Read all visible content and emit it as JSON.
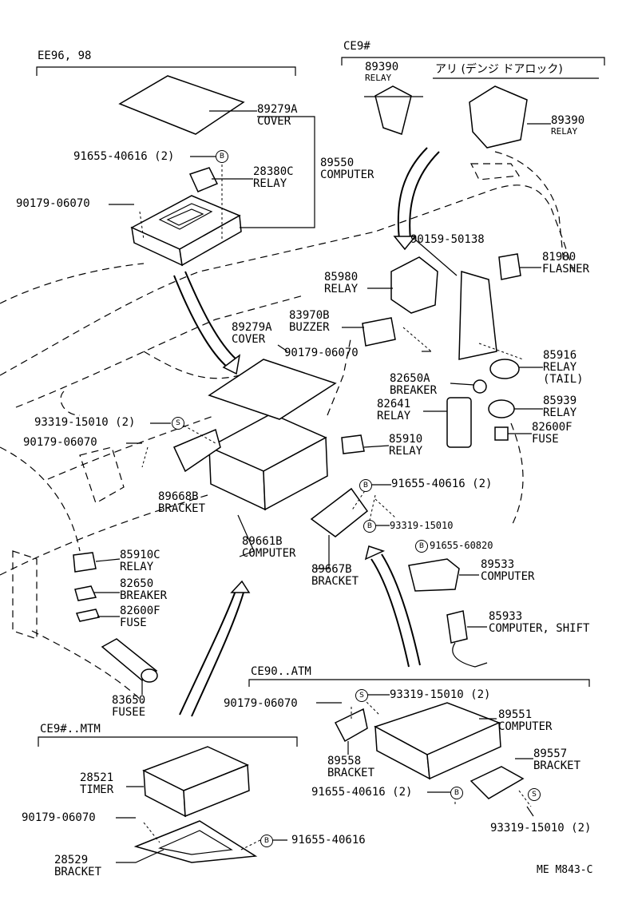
{
  "sections": {
    "ee96": "EE96, 98",
    "ce9": "CE9#",
    "ce9_note": "アリ (デンジ  ドアロック)",
    "ce90_atm": "CE90..ATM",
    "ce9_mtm": "CE9#..MTM"
  },
  "callouts": {
    "c89279a_top": {
      "pn": "89279A",
      "nm": "COVER"
    },
    "c91655_40616_top": {
      "pn": "91655-40616 (2)"
    },
    "c28380c": {
      "pn": "28380C",
      "nm": "RELAY"
    },
    "c89550": {
      "pn": "89550",
      "nm": "COMPUTER"
    },
    "c90179_top": {
      "pn": "90179-06070"
    },
    "c89390_left": {
      "pn": "89390",
      "nm": "RELAY"
    },
    "c89390_right": {
      "pn": "89390",
      "nm": "RELAY"
    },
    "c90159": {
      "pn": "90159-50138"
    },
    "c81980": {
      "pn": "81980",
      "nm": "FLASHER"
    },
    "c85980": {
      "pn": "85980",
      "nm": "RELAY"
    },
    "c83970b": {
      "pn": "83970B",
      "nm": "BUZZER"
    },
    "c89279a_mid": {
      "pn": "89279A",
      "nm": "COVER"
    },
    "c90179_mid": {
      "pn": "90179-06070"
    },
    "c85916": {
      "pn": "85916",
      "nm": "RELAY",
      "nm2": "(TAIL)"
    },
    "c82650a": {
      "pn": "82650A",
      "nm": "BREAKER"
    },
    "c82641": {
      "pn": "82641",
      "nm": "RELAY"
    },
    "c85939": {
      "pn": "85939",
      "nm": "RELAY"
    },
    "c82600f_right": {
      "pn": "82600F",
      "nm": "FUSE"
    },
    "c93319_left": {
      "pn": "93319-15010 (2)"
    },
    "c90179_left": {
      "pn": "90179-06070"
    },
    "c85910": {
      "pn": "85910",
      "nm": "RELAY"
    },
    "c91655_40616_mid": {
      "pn": "91655-40616 (2)"
    },
    "c89668b": {
      "pn": "89668B",
      "nm": "BRACKET"
    },
    "c93319_mid": {
      "pn": "93319-15010"
    },
    "c89661b": {
      "pn": "89661B",
      "nm": "COMPUTER"
    },
    "c91655_60820": {
      "pn": "91655-60820"
    },
    "c85910c": {
      "pn": "85910C",
      "nm": "RELAY"
    },
    "c89667b": {
      "pn": "89667B",
      "nm": "BRACKET"
    },
    "c89533": {
      "pn": "89533",
      "nm": "COMPUTER"
    },
    "c82650": {
      "pn": "82650",
      "nm": "BREAKER"
    },
    "c82600f_left": {
      "pn": "82600F",
      "nm": "FUSE"
    },
    "c85933": {
      "pn": "85933",
      "nm": "COMPUTER, SHIFT"
    },
    "c83650": {
      "pn": "83650",
      "nm": "FUSEE"
    },
    "c93319_atm": {
      "pn": "93319-15010 (2)"
    },
    "c90179_atm": {
      "pn": "90179-06070"
    },
    "c89551": {
      "pn": "89551",
      "nm": "COMPUTER"
    },
    "c89558": {
      "pn": "89558",
      "nm": "BRACKET"
    },
    "c89557": {
      "pn": "89557",
      "nm": "BRACKET"
    },
    "c91655_40616_atm": {
      "pn": "91655-40616 (2)"
    },
    "c93319_atm_bottom": {
      "pn": "93319-15010 (2)"
    },
    "c28521": {
      "pn": "28521",
      "nm": "TIMER"
    },
    "c90179_mtm": {
      "pn": "90179-06070"
    },
    "c91655_40616_mtm": {
      "pn": "91655-40616"
    },
    "c28529": {
      "pn": "28529",
      "nm": "BRACKET"
    }
  },
  "markers": {
    "b": "B",
    "s": "S"
  },
  "reference": "ME M843-C"
}
